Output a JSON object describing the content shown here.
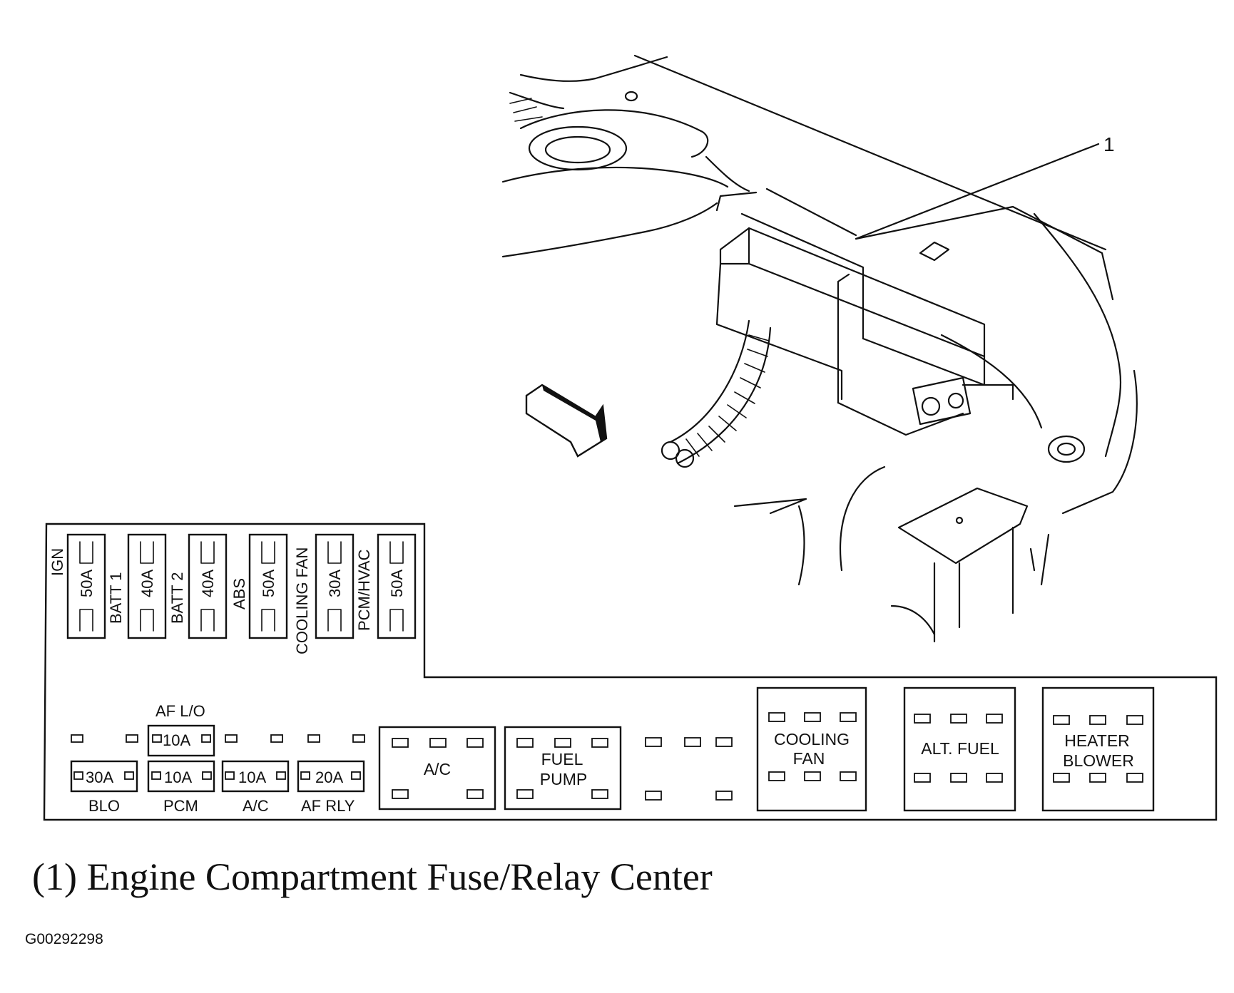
{
  "callout": "1",
  "caption": "(1) Engine Compartment Fuse/Relay Center",
  "figure_id": "G00292298",
  "maxi_fuses": [
    {
      "label": "IGN",
      "amps": "50A"
    },
    {
      "label": "BATT 1",
      "amps": "40A"
    },
    {
      "label": "BATT 2",
      "amps": "40A"
    },
    {
      "label": "ABS",
      "amps": "50A"
    },
    {
      "label": "COOLING FAN",
      "amps": "30A"
    },
    {
      "label": "PCM/HVAC",
      "amps": "50A"
    }
  ],
  "mini_fuses": {
    "af_lo": {
      "top_label": "AF L/O",
      "amps": "10A"
    },
    "blo": {
      "amps": "30A",
      "label": "BLO"
    },
    "pcm": {
      "amps": "10A",
      "label": "PCM"
    },
    "ac": {
      "amps": "10A",
      "label": "A/C"
    },
    "af_rly": {
      "amps": "20A",
      "label": "AF RLY"
    }
  },
  "relays": {
    "ac": {
      "line1": "A/C"
    },
    "fuel_pump": {
      "line1": "FUEL",
      "line2": "PUMP"
    },
    "cooling_fan": {
      "line1": "COOLING",
      "line2": "FAN"
    },
    "alt_fuel": {
      "line1": "ALT. FUEL"
    },
    "heater_blower": {
      "line1": "HEATER",
      "line2": "BLOWER"
    }
  }
}
